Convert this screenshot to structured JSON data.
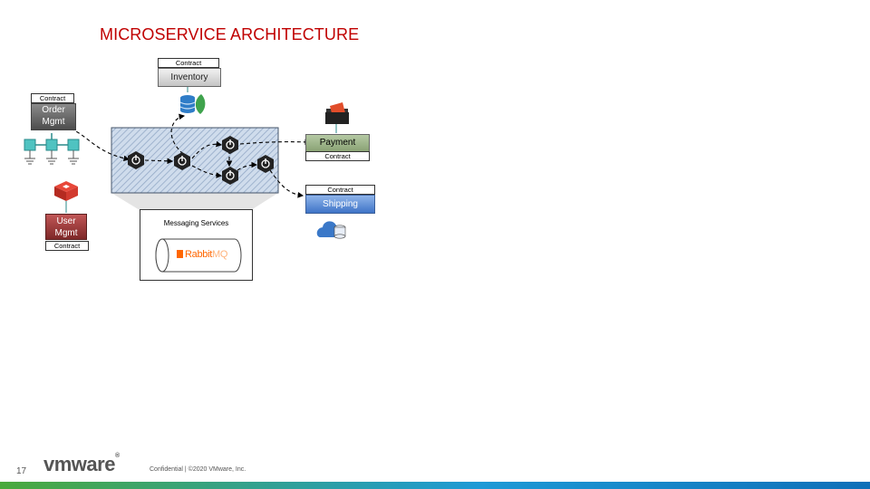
{
  "slide": {
    "title": "MICROSERVICE ARCHITECTURE",
    "page_number": "17",
    "logo_text": "vmware",
    "footer": "Confidential   |  ©2020 VMware, Inc."
  },
  "diagram": {
    "inventory": {
      "contract": "Contract",
      "name": "Inventory"
    },
    "order": {
      "contract": "Contract",
      "name_line1": "Order",
      "name_line2": "Mgmt"
    },
    "payment": {
      "name": "Payment",
      "contract": "Contract"
    },
    "shipping": {
      "contract": "Contract",
      "name": "Shipping"
    },
    "user": {
      "name_line1": "User",
      "name_line2": "Mgmt",
      "contract": "Contract"
    },
    "messaging": {
      "label": "Messaging Services",
      "brand": "RabbitMQ",
      "brand_part1": "Rabbit",
      "brand_part2": "MQ"
    }
  },
  "colors": {
    "title": "#c00000",
    "order_mgmt": "#6d6d6d",
    "user_mgmt": "#9b3a3a",
    "payment": "#9cb48a",
    "shipping": "#5b8fd6",
    "inventory": "#d9d9d9",
    "bus": "#c5d3e6"
  }
}
